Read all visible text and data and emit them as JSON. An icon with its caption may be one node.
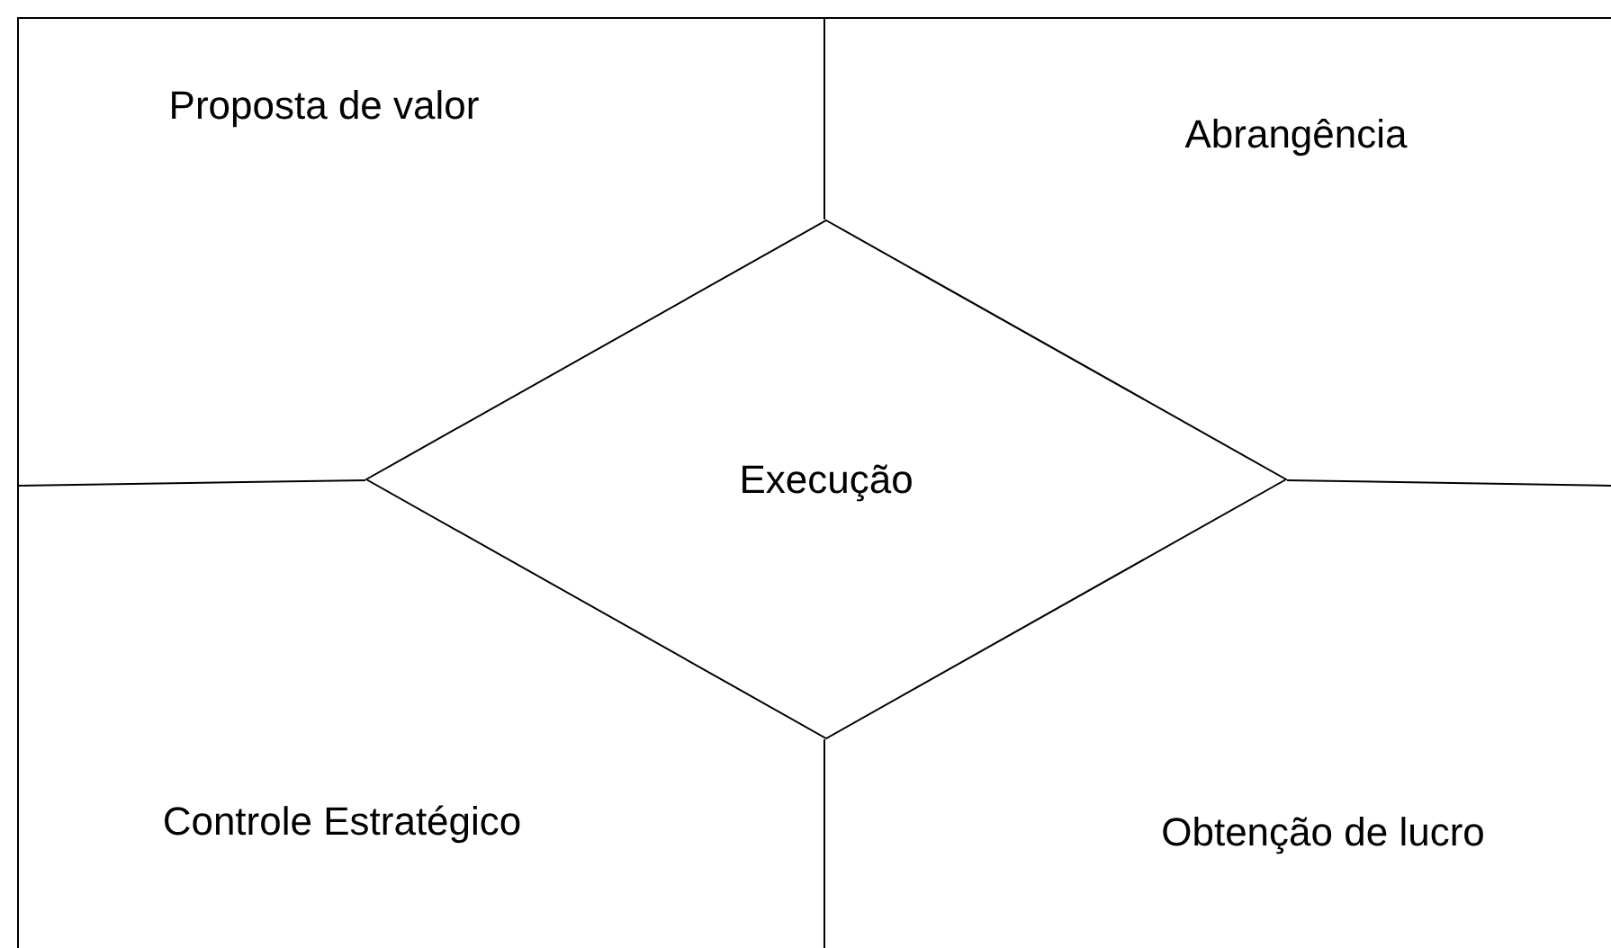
{
  "diagram": {
    "nodes": [
      {
        "text": [
          "Proposta de valor"
        ]
      },
      {
        "text": [
          "Abrangência"
        ]
      },
      {
        "text": [
          "Execução"
        ]
      },
      {
        "text": [
          "Controle Estratégico"
        ]
      },
      {
        "text": [
          "Obtenção de lucro"
        ]
      }
    ]
  }
}
